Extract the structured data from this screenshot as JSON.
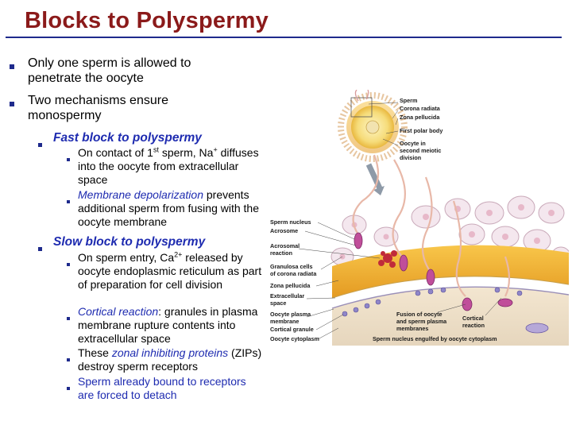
{
  "slide": {
    "title": "Blocks to Polyspermy",
    "bullets": [
      {
        "text": "Only one sperm is allowed to penetrate the oocyte"
      },
      {
        "text": "Two mechanisms ensure monospermy"
      }
    ],
    "fast_block": {
      "heading": "Fast block to polyspermy",
      "items": [
        {
          "pre": "On contact of 1",
          "sup1": "st",
          "mid": " sperm, Na",
          "sup2": "+",
          "post": " diffuses into the oocyte from extracellular space"
        },
        {
          "emph": "Membrane depolarization",
          "rest": " prevents additional sperm from fusing with the oocyte membrane"
        }
      ]
    },
    "slow_block": {
      "heading": "Slow block to polyspermy",
      "items": [
        {
          "pre": "On sperm entry, Ca",
          "sup": "2+",
          "post": " released by oocyte endoplasmic reticulum as part of preparation for cell division"
        },
        {
          "emph": "Cortical reaction",
          "rest": ": granules in plasma membrane rupture contents into extracellular space"
        },
        {
          "pre": "These ",
          "emph": "zonal inhibiting proteins",
          "post": " (ZIPs) destroy sperm receptors"
        },
        {
          "text": "Sperm already bound to receptors are forced to detach"
        }
      ]
    }
  },
  "figure": {
    "top_labels": [
      "Sperm",
      "Corona radiata",
      "Zona pellucida",
      "First polar body",
      "Oocyte in",
      "second meiotic",
      "division"
    ],
    "left_labels": [
      "Sperm nucleus",
      "Acrosome",
      "Acrosomal",
      "reaction",
      "Granulosa cells",
      "of corona radiata",
      "Zona pellucida",
      "Extracellular",
      "space",
      "Oocyte plasma",
      "membrane",
      "Cortical granule",
      "Oocyte cytoplasm"
    ],
    "inner_labels": [
      "Fusion of oocyte",
      "and sperm plasma",
      "membranes",
      "Cortical",
      "reaction",
      "Sperm nucleus engulfed by oocyte cytoplasm"
    ]
  },
  "colors": {
    "title": "#8b1a1a",
    "rule": "#1e2a8c",
    "accent": "#1e2bb0"
  }
}
